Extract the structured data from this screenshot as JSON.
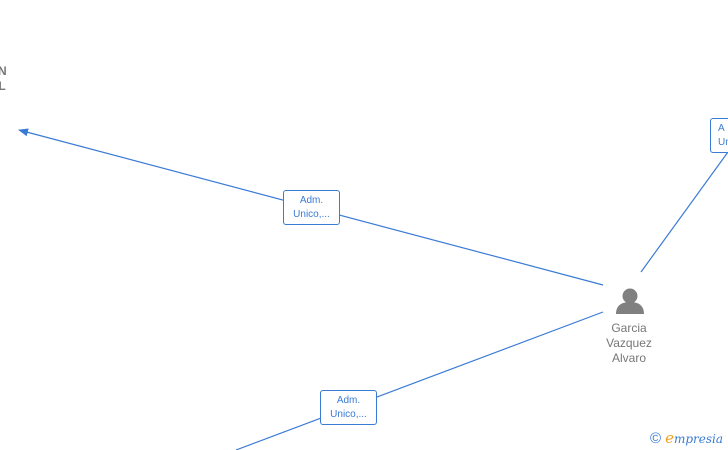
{
  "company_node": {
    "name_line1": "AN",
    "name_line2": "SL"
  },
  "person_node": {
    "name_line1": "Garcia",
    "name_line2": "Vazquez",
    "name_line3": "Alvaro"
  },
  "edges": [
    {
      "line1": "Adm.",
      "line2": "Unico,..."
    },
    {
      "line1": "Adm.",
      "line2": "Unico,..."
    },
    {
      "line1": "A",
      "line2": "Un"
    }
  ],
  "brand": {
    "copyright": "©",
    "initial": "e",
    "rest": "mpresia"
  },
  "colors": {
    "edge": "#3a7bd5",
    "label": "#777777",
    "person_icon": "#808080",
    "brand_accent": "#f0a020"
  }
}
